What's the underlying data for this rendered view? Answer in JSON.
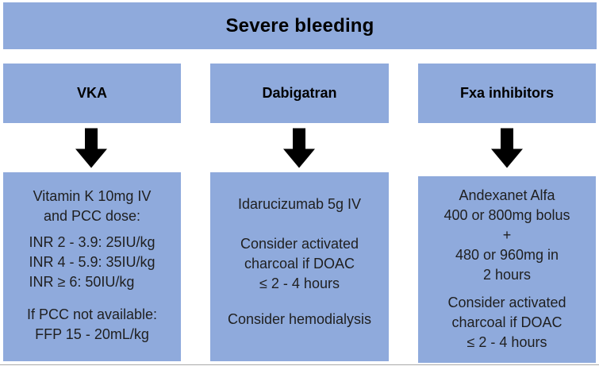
{
  "figure": {
    "title": "Severe bleeding"
  },
  "colors": {
    "box_fill": "#8FAADC",
    "title_text": "#000000",
    "body_text": "#1F1F1F",
    "arrow": "#000000",
    "page_background": "#FFFFFF",
    "bottom_rule": "#A9A9A9"
  },
  "columns": [
    {
      "header": "VKA",
      "arrow_icon": "down-arrow-icon",
      "paragraphs": [
        {
          "align": "center",
          "lines": [
            "Vitamin K 10mg IV",
            "and PCC dose:"
          ]
        },
        {
          "align": "left",
          "lines": [
            "INR 2 - 3.9: 25IU/kg",
            "INR 4 - 5.9: 35IU/kg",
            "INR ≥ 6: 50IU/kg"
          ]
        },
        {
          "align": "center",
          "lines": [
            "If PCC not available:",
            "FFP 15 - 20mL/kg"
          ]
        }
      ]
    },
    {
      "header": "Dabigatran",
      "arrow_icon": "down-arrow-icon",
      "paragraphs": [
        {
          "align": "center",
          "lines": [
            "Idarucizumab 5g IV"
          ]
        },
        {
          "align": "center",
          "lines": [
            "Consider activated",
            "charcoal if DOAC",
            "≤ 2 - 4 hours"
          ]
        },
        {
          "align": "center",
          "lines": [
            "Consider hemodialysis"
          ]
        }
      ]
    },
    {
      "header": "Fxa inhibitors",
      "arrow_icon": "down-arrow-icon",
      "paragraphs": [
        {
          "align": "center",
          "lines": [
            "Andexanet Alfa",
            "400 or 800mg bolus",
            "+",
            "480 or 960mg in",
            "2 hours"
          ]
        },
        {
          "align": "center",
          "lines": [
            "Consider activated",
            "charcoal if DOAC",
            "≤ 2 - 4 hours"
          ]
        }
      ]
    }
  ]
}
